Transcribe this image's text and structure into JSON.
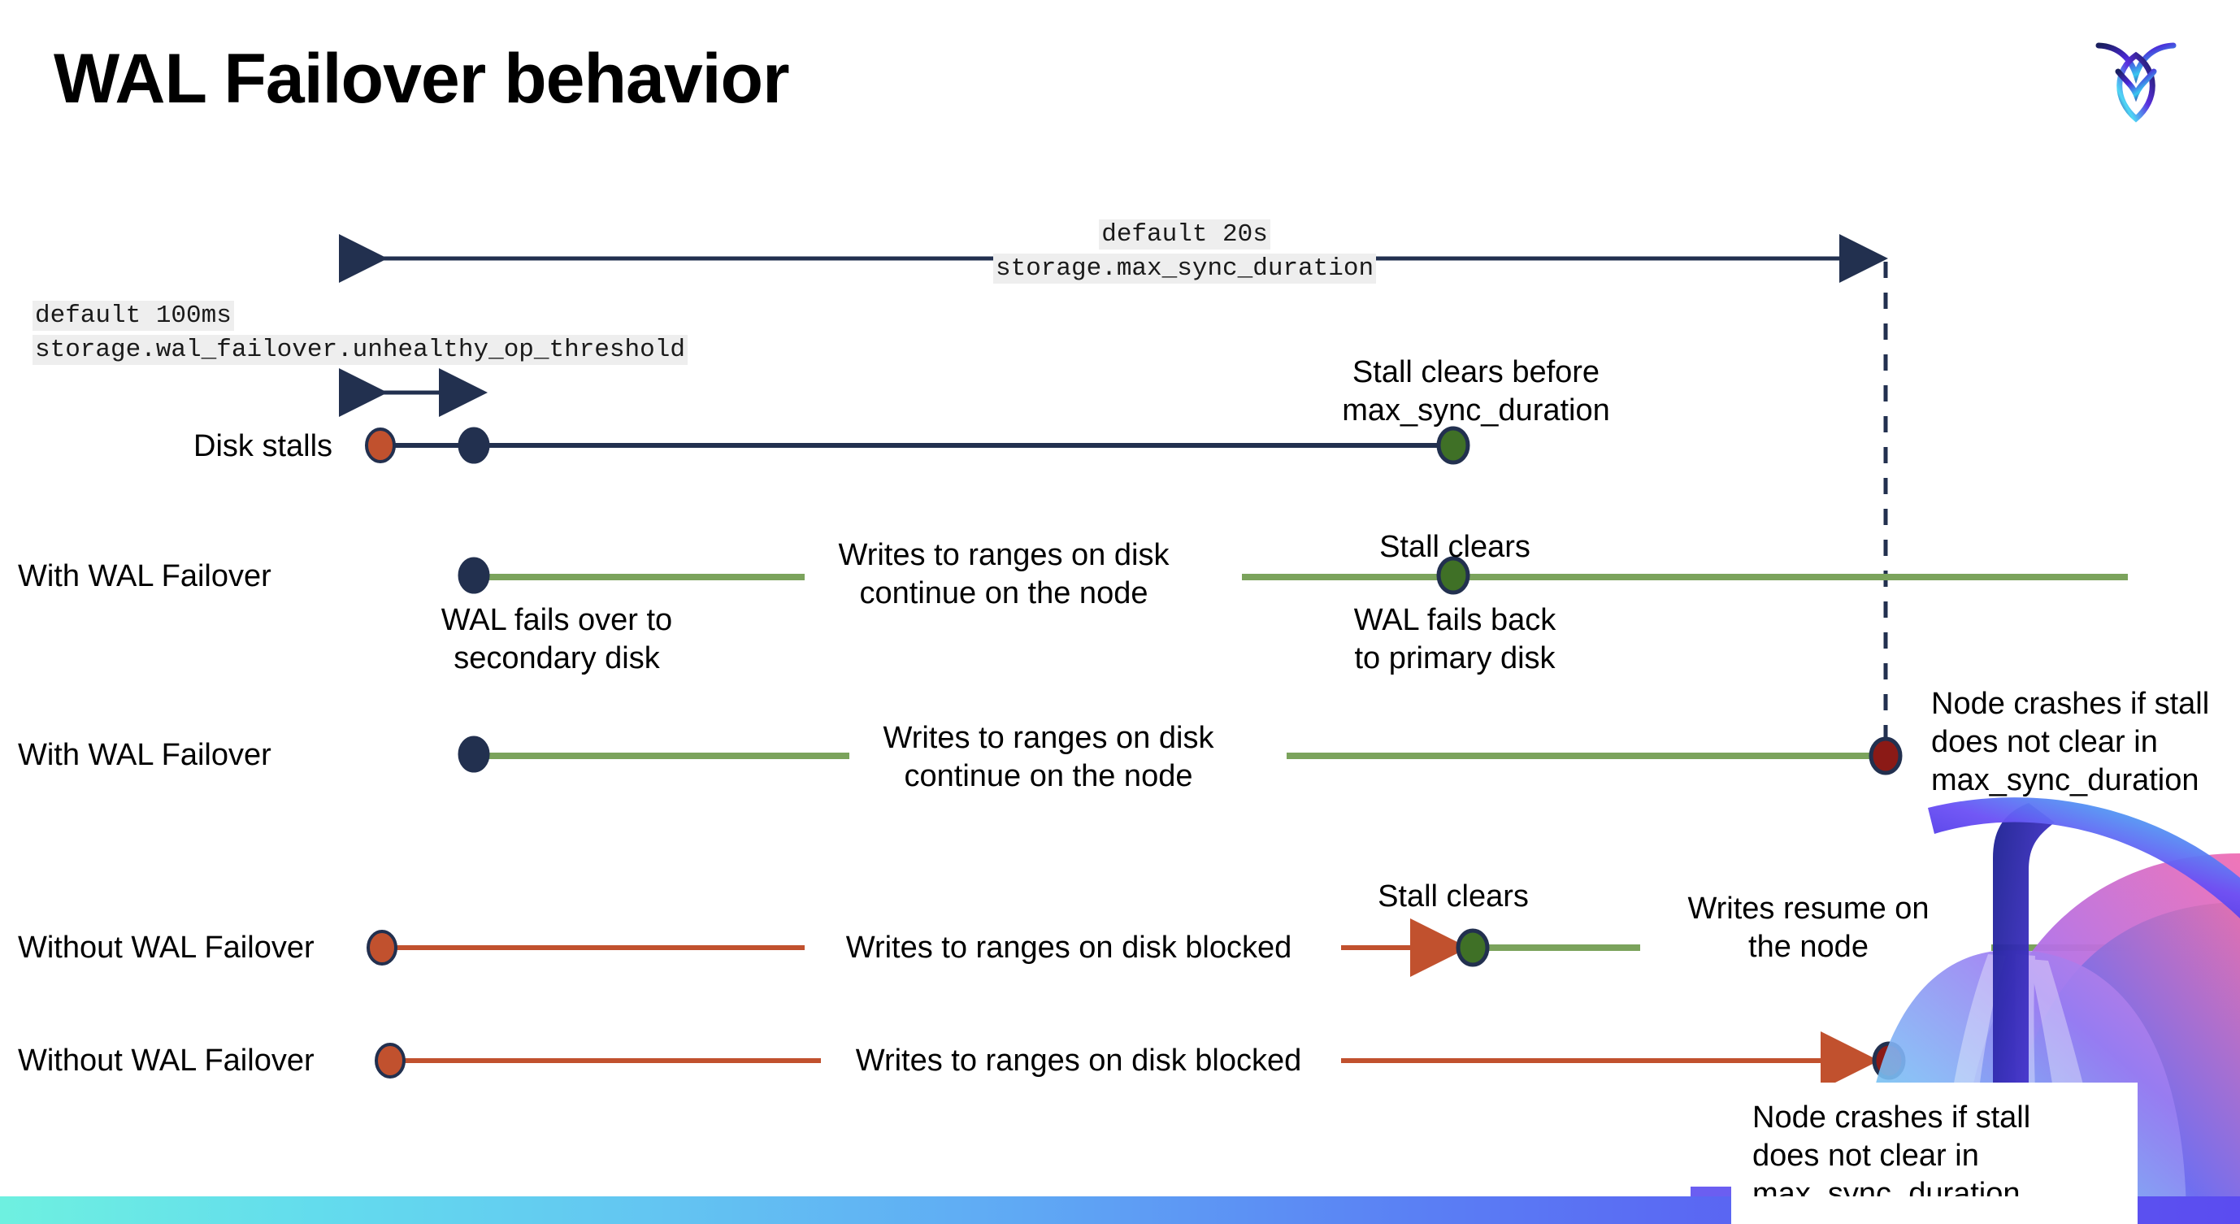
{
  "slide": {
    "title": "WAL Failover behavior",
    "logo_name": "cockroachdb-logo"
  },
  "settings": {
    "max_sync_duration": {
      "default_label": "default 20s",
      "setting_name": "storage.max_sync_duration"
    },
    "unhealthy_op_threshold": {
      "default_label": "default 100ms",
      "setting_name": "storage.wal_failover.unhealthy_op_threshold"
    }
  },
  "rows": [
    {
      "id": "disk-stalls",
      "label": "Disk stalls",
      "annotations": [
        "Stall clears before\nmax_sync_duration"
      ]
    },
    {
      "id": "with-wal-failover-clears",
      "label": "With WAL Failover",
      "annotations": [
        "WAL fails over to\nsecondary disk",
        "Writes to ranges on disk\ncontinue on the node",
        "Stall clears",
        "WAL fails  back\nto primary disk"
      ]
    },
    {
      "id": "with-wal-failover-crash",
      "label": "With WAL Failover",
      "annotations": [
        "Writes to ranges on disk\ncontinue on the node",
        "Node crashes if stall\ndoes not clear in\nmax_sync_duration"
      ]
    },
    {
      "id": "without-wal-failover-clears",
      "label": "Without WAL Failover",
      "annotations": [
        "Writes to ranges on disk  blocked",
        "Stall clears",
        "Writes resume on\nthe node"
      ]
    },
    {
      "id": "without-wal-failover-crash",
      "label": "Without WAL Failover",
      "annotations": [
        "Writes to ranges on disk  blocked",
        "Node crashes if stall\ndoes not clear in\nmax_sync_duration"
      ]
    }
  ],
  "annotations": {
    "stall_clears_before_max_sync_duration": "Stall clears before\nmax_sync_duration",
    "wal_fails_over_to_secondary_disk": "WAL fails over to\nsecondary disk",
    "writes_continue_on_node": "Writes to ranges on disk\ncontinue on the node",
    "stall_clears": "Stall clears",
    "wal_fails_back_to_primary_disk": "WAL fails  back\nto primary disk",
    "node_crashes": "Node crashes if stall\ndoes not clear in\nmax_sync_duration",
    "writes_blocked": "Writes to ranges on disk  blocked",
    "writes_resume_on_node": "Writes resume on\nthe node"
  },
  "colors": {
    "navy": "#22304f",
    "orange": "#c1512e",
    "green_line": "#7ba35c",
    "green_dot": "#3f7026",
    "dark_red": "#8b1a16",
    "chip_bg": "#eeeeee",
    "gradient_start": "#6ef0e0",
    "gradient_end": "#5b4cf0"
  },
  "markers": {
    "stall_start": "orange-dot",
    "failover_start": "navy-dot",
    "stall_clear": "green-dot",
    "node_crash": "dark-red-dot"
  }
}
